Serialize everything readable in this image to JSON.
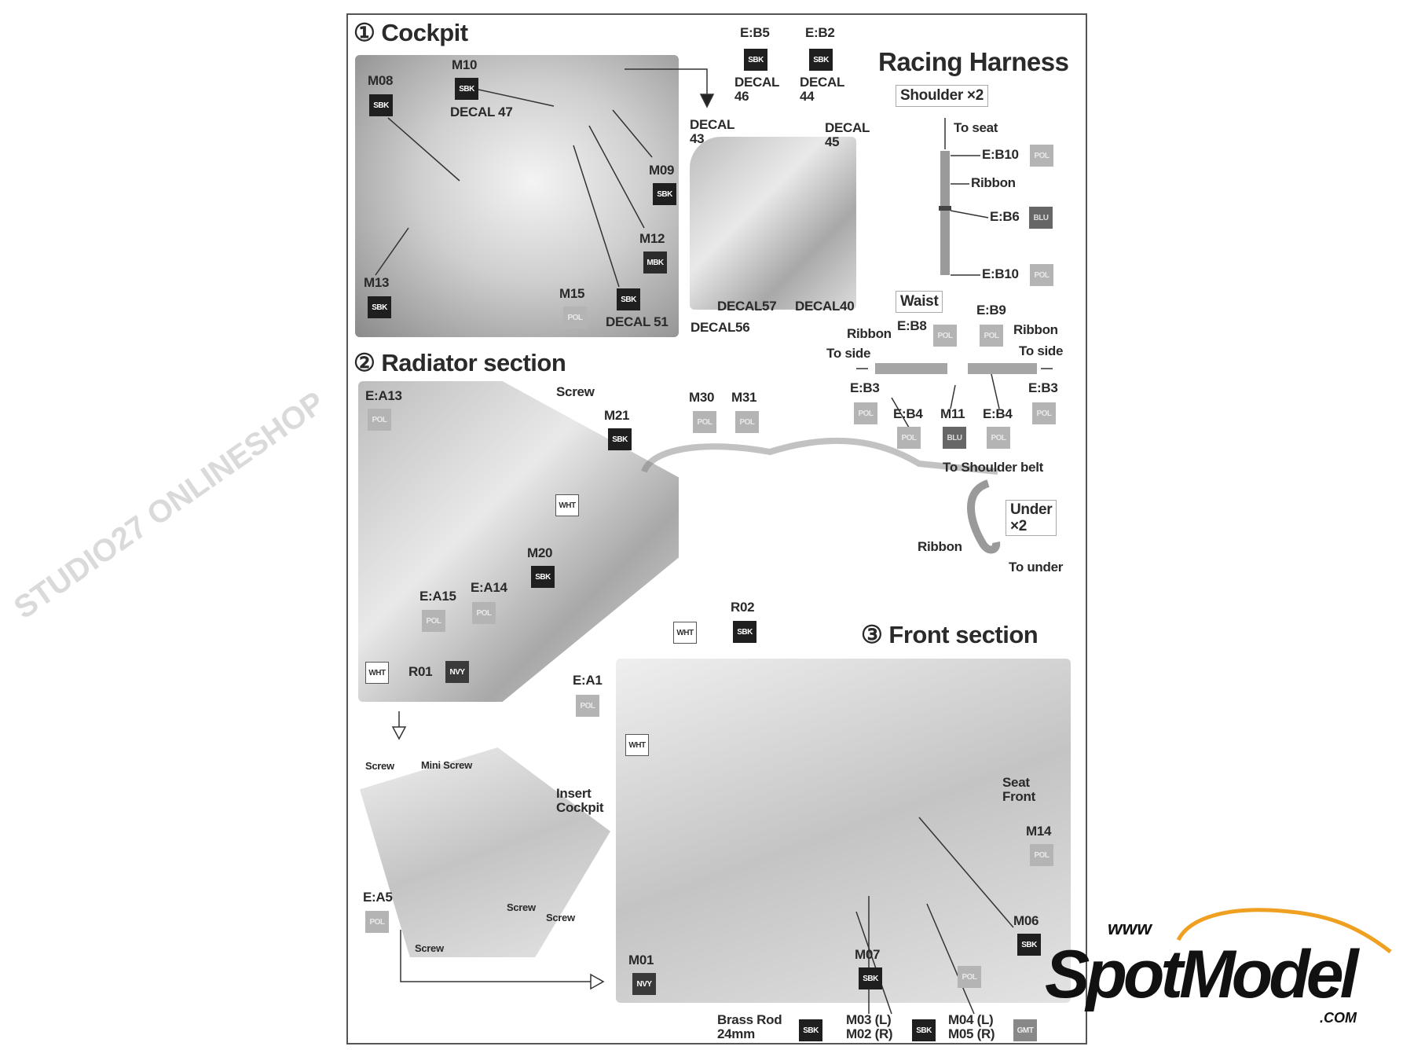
{
  "badge_colors": {
    "SBK": "#1f1f1f",
    "MBK": "#2b2b2b",
    "NVY": "#3a3a3a",
    "POL": "#b4b4b4",
    "BLU": "#666666",
    "GMT": "#888888",
    "WHT": "#ffffff"
  },
  "watermark_text": "STUDIO27 ONLINESHOP",
  "cockpit": {
    "title": "① Cockpit",
    "labels": [
      "M08",
      "M10",
      "DECAL 47",
      "E:B5",
      "DECAL\n46",
      "E:B2",
      "DECAL\n44",
      "DECAL\n43",
      "DECAL\n45",
      "M09",
      "M12",
      "M13",
      "M15",
      "DECAL 51",
      "DECAL57",
      "DECAL40",
      "DECAL56"
    ],
    "badges": [
      "SBK",
      "SBK",
      "SBK",
      "SBK",
      "SBK",
      "MBK",
      "SBK",
      "POL",
      "SBK"
    ]
  },
  "harness": {
    "labels": [
      "Racing Harness",
      "Shoulder ×2",
      "To seat",
      "E:B10",
      "Ribbon",
      "E:B6",
      "E:B10",
      "Waist",
      "E:B8",
      "E:B9",
      "Ribbon",
      "Ribbon",
      "To side",
      "To side",
      "E:B3",
      "E:B4",
      "M11",
      "E:B4",
      "E:B3",
      "To Shoulder belt",
      "Under\n×2",
      "Ribbon",
      "To under"
    ],
    "badges": [
      "POL",
      "BLU",
      "POL",
      "POL",
      "POL",
      "POL",
      "POL",
      "BLU",
      "POL",
      "POL"
    ]
  },
  "radiator": {
    "title": "② Radiator section",
    "labels": [
      "E:A13",
      "Screw",
      "M21",
      "M30",
      "M31",
      "M20",
      "E:A15",
      "E:A14",
      "R02",
      "R01",
      "E:A1"
    ],
    "badges": [
      "POL",
      "SBK",
      "POL",
      "POL",
      "WHT",
      "SBK",
      "POL",
      "POL",
      "SBK",
      "WHT",
      "WHT",
      "NVY",
      "POL"
    ]
  },
  "insert": {
    "labels": [
      "Screw",
      "Mini Screw",
      "Insert\nCockpit",
      "E:A5",
      "Screw",
      "Screw",
      "Screw"
    ],
    "badges": [
      "POL"
    ]
  },
  "front": {
    "title": "③ Front section",
    "labels": [
      "Seat\nFront",
      "M14",
      "M06",
      "M01",
      "M07",
      "Brass Rod\n24mm",
      "M03 (L)\nM02 (R)",
      "M04 (L)\nM05 (R)"
    ],
    "badges": [
      "WHT",
      "POL",
      "SBK",
      "POL",
      "NVY",
      "SBK",
      "SBK",
      "SBK",
      "GMT"
    ]
  },
  "logo": {
    "www": "www",
    "name": "SpotModel",
    ".com": ".COM",
    "accent": "#f0a020"
  }
}
